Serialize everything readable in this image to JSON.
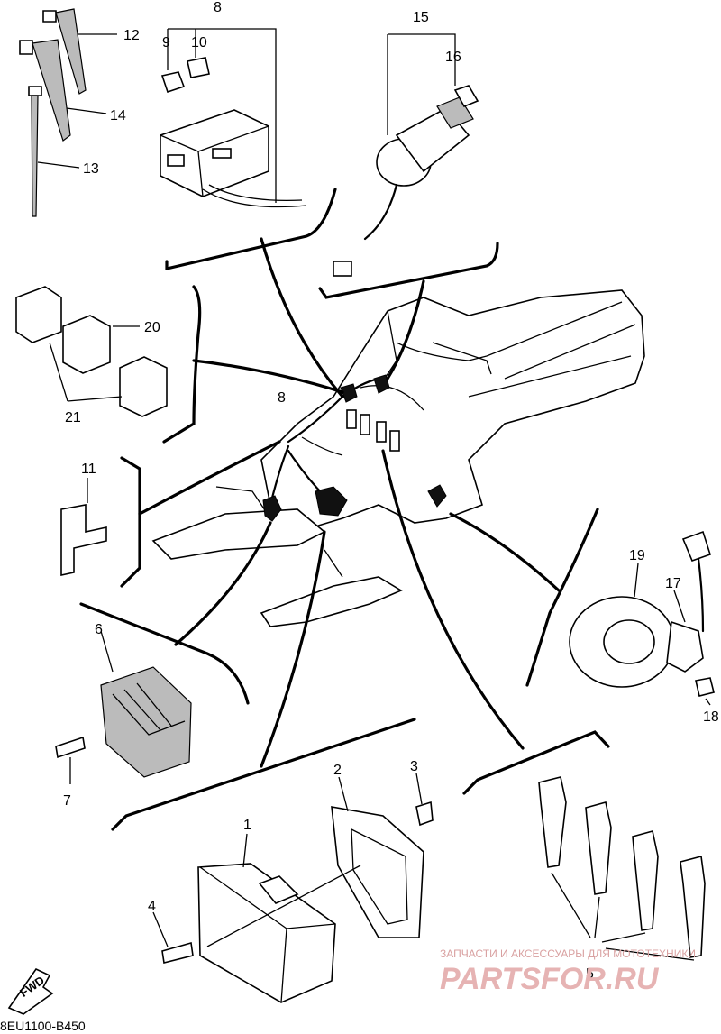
{
  "callouts": {
    "c1": "1",
    "c2": "2",
    "c3": "3",
    "c4": "4",
    "c5": "5",
    "c6": "6",
    "c7": "7",
    "c8": "8",
    "c8b": "8",
    "c9": "9",
    "c10": "10",
    "c11": "11",
    "c12": "12",
    "c13": "13",
    "c14": "14",
    "c15": "15",
    "c16": "16",
    "c17": "17",
    "c18": "18",
    "c19": "19",
    "c20": "20",
    "c21": "21"
  },
  "direction_marker": "FWD",
  "drawing_code": "8EU1100-B450",
  "watermark": {
    "line1": "ЗАПЧАСТИ И АКСЕССУАРЫ ДЛЯ МОТОТЕХНИКИ",
    "line2": "PARTSFOR.RU"
  }
}
